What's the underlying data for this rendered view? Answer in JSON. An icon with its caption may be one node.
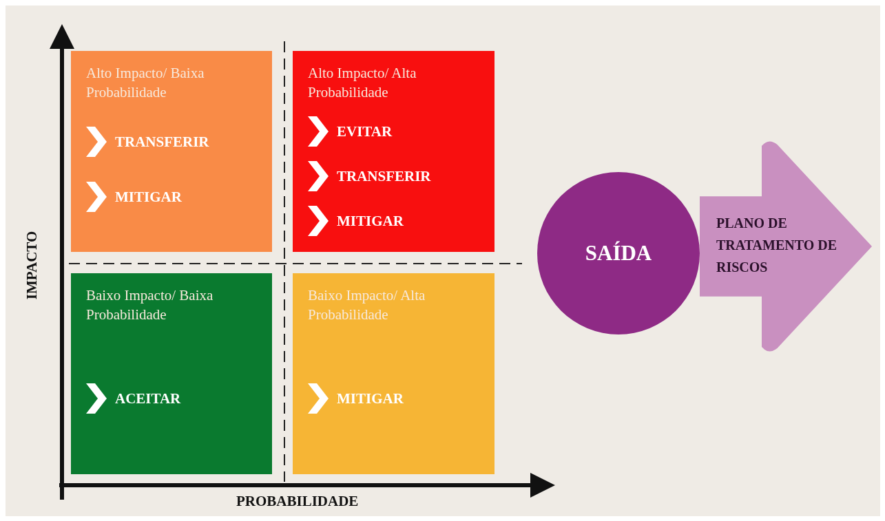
{
  "diagram": {
    "nodes": [
      {
        "text": [
          "Alto Impacto/ Baixa Probabilidade",
          "TRANSFERIR",
          "MITIGAR"
        ]
      },
      {
        "text": [
          "Alto Impacto/ Alta Probabilidade",
          "EVITAR",
          "TRANSFERIR",
          "MITIGAR"
        ]
      },
      {
        "text": [
          "Baixo Impacto/ Baixa Probabilidade",
          "ACEITAR"
        ]
      },
      {
        "text": [
          "Baixo Impacto/ Alta Probabilidade",
          "MITIGAR"
        ]
      },
      {
        "text": [
          "PLANO DE TRATAMENTO DE RISCOS"
        ]
      },
      {
        "text": [
          "SAÍDA"
        ]
      }
    ],
    "labels": [
      "IMPACTO",
      "PROBABILIDADE"
    ]
  }
}
